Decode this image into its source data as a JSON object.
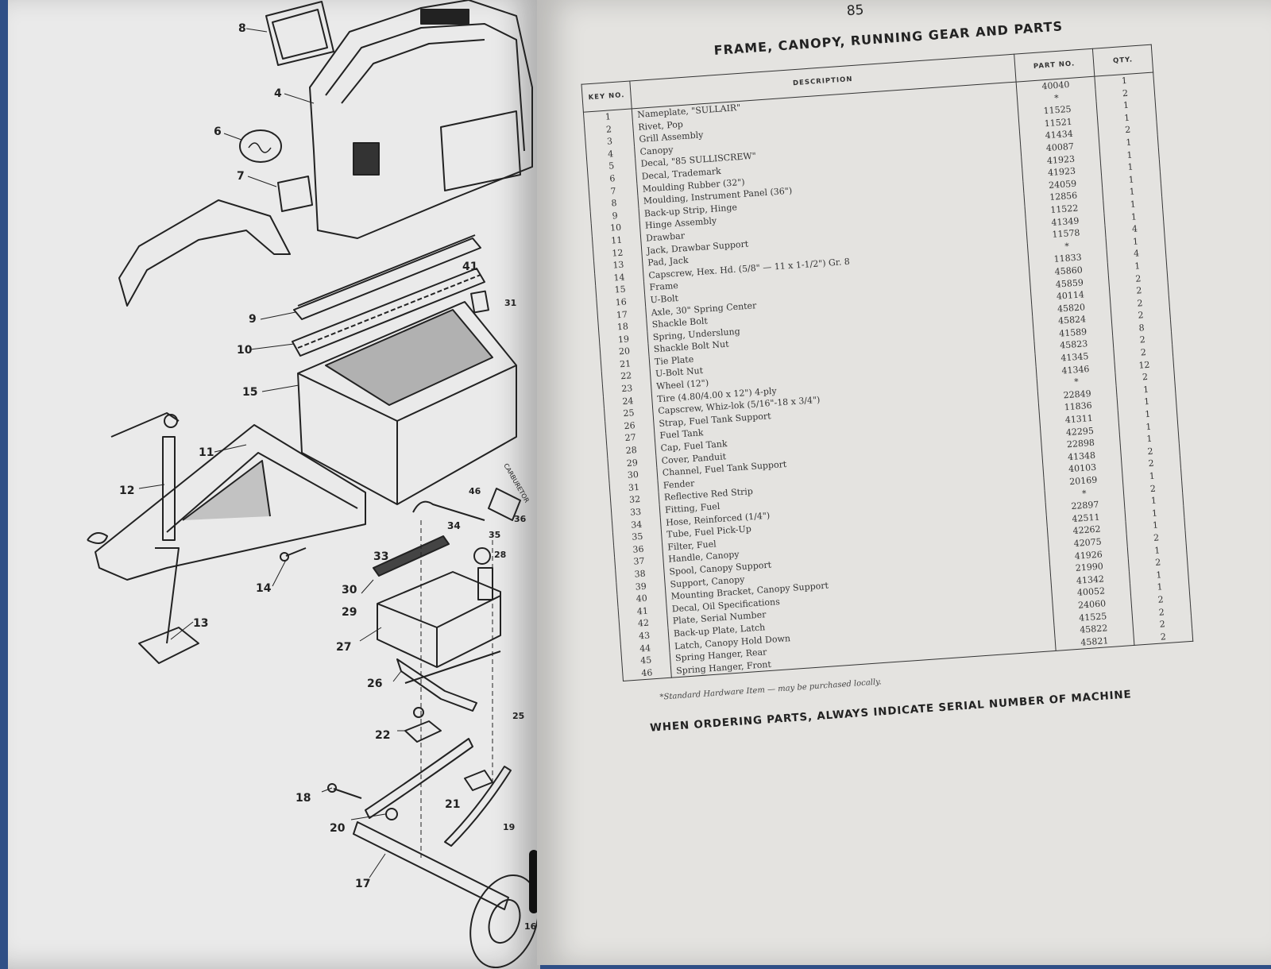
{
  "page": {
    "number": "85",
    "title": "FRAME, CANOPY, RUNNING GEAR AND PARTS",
    "footnote": "*Standard Hardware Item — may be purchased locally.",
    "order_note": "WHEN ORDERING PARTS, ALWAYS INDICATE SERIAL NUMBER OF MACHINE"
  },
  "table": {
    "headers": {
      "key": "KEY NO.",
      "description": "DESCRIPTION",
      "part_no": "PART NO.",
      "qty": "QTY."
    },
    "rows": [
      {
        "key": "1",
        "desc": "Nameplate, \"SULLAIR\"",
        "pn": "40040",
        "qty": "1"
      },
      {
        "key": "2",
        "desc": "Rivet, Pop",
        "pn": "*",
        "qty": "2"
      },
      {
        "key": "3",
        "desc": "Grill Assembly",
        "pn": "11525",
        "qty": "1"
      },
      {
        "key": "4",
        "desc": "Canopy",
        "pn": "11521",
        "qty": "1"
      },
      {
        "key": "5",
        "desc": "Decal, \"85 SULLISCREW\"",
        "pn": "41434",
        "qty": "2"
      },
      {
        "key": "6",
        "desc": "Decal, Trademark",
        "pn": "40087",
        "qty": "1"
      },
      {
        "key": "7",
        "desc": "Moulding Rubber (32\")",
        "pn": "41923",
        "qty": "1"
      },
      {
        "key": "8",
        "desc": "Moulding, Instrument Panel (36\")",
        "pn": "41923",
        "qty": "1"
      },
      {
        "key": "9",
        "desc": "Back-up Strip, Hinge",
        "pn": "24059",
        "qty": "1"
      },
      {
        "key": "10",
        "desc": "Hinge Assembly",
        "pn": "12856",
        "qty": "1"
      },
      {
        "key": "11",
        "desc": "Drawbar",
        "pn": "11522",
        "qty": "1"
      },
      {
        "key": "12",
        "desc": "Jack, Drawbar Support",
        "pn": "41349",
        "qty": "1"
      },
      {
        "key": "13",
        "desc": "Pad, Jack",
        "pn": "11578",
        "qty": "4"
      },
      {
        "key": "14",
        "desc": "Capscrew, Hex. Hd. (5/8\" — 11 x 1-1/2\") Gr. 8",
        "pn": "*",
        "qty": "1"
      },
      {
        "key": "15",
        "desc": "Frame",
        "pn": "11833",
        "qty": "4"
      },
      {
        "key": "16",
        "desc": "U-Bolt",
        "pn": "45860",
        "qty": "1"
      },
      {
        "key": "17",
        "desc": "Axle, 30\" Spring Center",
        "pn": "45859",
        "qty": "2"
      },
      {
        "key": "18",
        "desc": "Shackle Bolt",
        "pn": "40114",
        "qty": "2"
      },
      {
        "key": "19",
        "desc": "Spring, Underslung",
        "pn": "45820",
        "qty": "2"
      },
      {
        "key": "20",
        "desc": "Shackle Bolt Nut",
        "pn": "45824",
        "qty": "2"
      },
      {
        "key": "21",
        "desc": "Tie Plate",
        "pn": "41589",
        "qty": "8"
      },
      {
        "key": "22",
        "desc": "U-Bolt Nut",
        "pn": "45823",
        "qty": "2"
      },
      {
        "key": "23",
        "desc": "Wheel (12\")",
        "pn": "41345",
        "qty": "2"
      },
      {
        "key": "24",
        "desc": "Tire (4.80/4.00 x 12\") 4-ply",
        "pn": "41346",
        "qty": "12"
      },
      {
        "key": "25",
        "desc": "Capscrew, Whiz-lok (5/16\"-18 x 3/4\")",
        "pn": "*",
        "qty": "2"
      },
      {
        "key": "26",
        "desc": "Strap, Fuel Tank Support",
        "pn": "22849",
        "qty": "1"
      },
      {
        "key": "27",
        "desc": "Fuel Tank",
        "pn": "11836",
        "qty": "1"
      },
      {
        "key": "28",
        "desc": "Cap, Fuel Tank",
        "pn": "41311",
        "qty": "1"
      },
      {
        "key": "29",
        "desc": "Cover, Panduit",
        "pn": "42295",
        "qty": "1"
      },
      {
        "key": "30",
        "desc": "Channel, Fuel Tank Support",
        "pn": "22898",
        "qty": "1"
      },
      {
        "key": "31",
        "desc": "Fender",
        "pn": "41348",
        "qty": "2"
      },
      {
        "key": "32",
        "desc": "Reflective Red Strip",
        "pn": "40103",
        "qty": "2"
      },
      {
        "key": "33",
        "desc": "Fitting, Fuel",
        "pn": "20169",
        "qty": "1"
      },
      {
        "key": "34",
        "desc": "Hose, Reinforced (1/4\")",
        "pn": "*",
        "qty": "2"
      },
      {
        "key": "35",
        "desc": "Tube, Fuel Pick-Up",
        "pn": "22897",
        "qty": "1"
      },
      {
        "key": "36",
        "desc": "Filter, Fuel",
        "pn": "42511",
        "qty": "1"
      },
      {
        "key": "37",
        "desc": "Handle, Canopy",
        "pn": "42262",
        "qty": "1"
      },
      {
        "key": "38",
        "desc": "Spool, Canopy Support",
        "pn": "42075",
        "qty": "2"
      },
      {
        "key": "39",
        "desc": "Support, Canopy",
        "pn": "41926",
        "qty": "1"
      },
      {
        "key": "40",
        "desc": "Mounting Bracket, Canopy Support",
        "pn": "21990",
        "qty": "2"
      },
      {
        "key": "41",
        "desc": "Decal, Oil Specifications",
        "pn": "41342",
        "qty": "1"
      },
      {
        "key": "42",
        "desc": "Plate, Serial Number",
        "pn": "40052",
        "qty": "1"
      },
      {
        "key": "43",
        "desc": "Back-up Plate, Latch",
        "pn": "24060",
        "qty": "2"
      },
      {
        "key": "44",
        "desc": "Latch, Canopy Hold Down",
        "pn": "41525",
        "qty": "2"
      },
      {
        "key": "45",
        "desc": "Spring Hanger, Rear",
        "pn": "45822",
        "qty": "2"
      },
      {
        "key": "46",
        "desc": "Spring Hanger, Front",
        "pn": "45821",
        "qty": "2"
      }
    ]
  },
  "diagram": {
    "callouts": [
      "8",
      "4",
      "6",
      "7",
      "41",
      "31",
      "9",
      "10",
      "15",
      "11",
      "12",
      "46",
      "34",
      "35",
      "36",
      "33",
      "28",
      "14",
      "30",
      "29",
      "13",
      "27",
      "26",
      "22",
      "25",
      "18",
      "21",
      "20",
      "19",
      "17",
      "16"
    ],
    "carburetor_label": "CARBURETOR"
  }
}
